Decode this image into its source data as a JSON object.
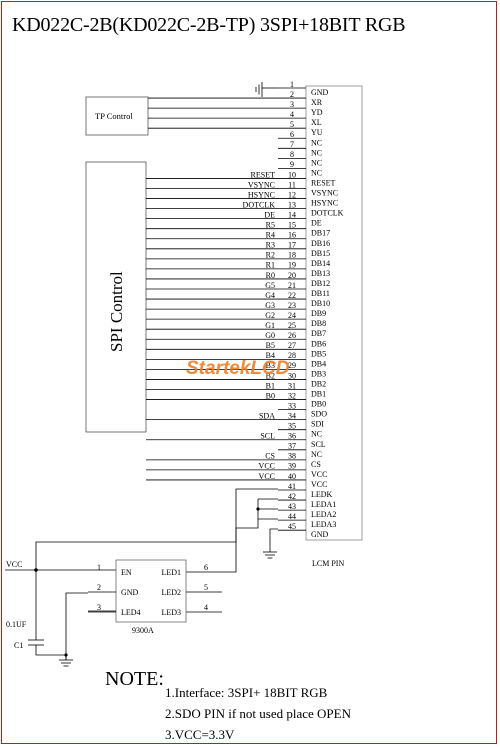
{
  "title": "KD022C-2B(KD022C-2B-TP)  3SPI+18BIT RGB",
  "tp_block_label": "TP Control",
  "spi_block_label": "SPI Control",
  "lcm_label": "LCM PIN",
  "watermark": "StartekLCD",
  "pins": [
    {
      "num": "1",
      "name": "GND",
      "sig": ""
    },
    {
      "num": "2",
      "name": "XR",
      "sig": ""
    },
    {
      "num": "3",
      "name": "YD",
      "sig": ""
    },
    {
      "num": "4",
      "name": "XL",
      "sig": ""
    },
    {
      "num": "5",
      "name": "YU",
      "sig": ""
    },
    {
      "num": "6",
      "name": "NC",
      "sig": ""
    },
    {
      "num": "7",
      "name": "NC",
      "sig": ""
    },
    {
      "num": "8",
      "name": "NC",
      "sig": ""
    },
    {
      "num": "9",
      "name": "NC",
      "sig": ""
    },
    {
      "num": "10",
      "name": "RESET",
      "sig": "RESET"
    },
    {
      "num": "11",
      "name": "VSYNC",
      "sig": "VSYNC"
    },
    {
      "num": "12",
      "name": "HSYNC",
      "sig": "HSYNC"
    },
    {
      "num": "13",
      "name": "DOTCLK",
      "sig": "DOTCLK"
    },
    {
      "num": "14",
      "name": "DE",
      "sig": "DE"
    },
    {
      "num": "15",
      "name": "DB17",
      "sig": "R5"
    },
    {
      "num": "16",
      "name": "DB16",
      "sig": "R4"
    },
    {
      "num": "17",
      "name": "DB15",
      "sig": "R3"
    },
    {
      "num": "18",
      "name": "DB14",
      "sig": "R2"
    },
    {
      "num": "19",
      "name": "DB13",
      "sig": "R1"
    },
    {
      "num": "20",
      "name": "DB12",
      "sig": "R0"
    },
    {
      "num": "21",
      "name": "DB11",
      "sig": "G5"
    },
    {
      "num": "22",
      "name": "DB10",
      "sig": "G4"
    },
    {
      "num": "23",
      "name": "DB9",
      "sig": "G3"
    },
    {
      "num": "24",
      "name": "DB8",
      "sig": "G2"
    },
    {
      "num": "25",
      "name": "DB7",
      "sig": "G1"
    },
    {
      "num": "26",
      "name": "DB6",
      "sig": "G0"
    },
    {
      "num": "27",
      "name": "DB5",
      "sig": "B5"
    },
    {
      "num": "28",
      "name": "DB4",
      "sig": "B4"
    },
    {
      "num": "29",
      "name": "DB3",
      "sig": "B3"
    },
    {
      "num": "30",
      "name": "DB2",
      "sig": "B2"
    },
    {
      "num": "31",
      "name": "DB1",
      "sig": "B1"
    },
    {
      "num": "32",
      "name": "DB0",
      "sig": "B0"
    },
    {
      "num": "33",
      "name": "SDO",
      "sig": ""
    },
    {
      "num": "34",
      "name": "SDI",
      "sig": "SDA"
    },
    {
      "num": "35",
      "name": "NC",
      "sig": ""
    },
    {
      "num": "36",
      "name": "SCL",
      "sig": "SCL"
    },
    {
      "num": "37",
      "name": "NC",
      "sig": ""
    },
    {
      "num": "38",
      "name": "CS",
      "sig": "CS"
    },
    {
      "num": "39",
      "name": "VCC",
      "sig": "VCC"
    },
    {
      "num": "40",
      "name": "VCC",
      "sig": "VCC"
    },
    {
      "num": "41",
      "name": "LEDK",
      "sig": ""
    },
    {
      "num": "42",
      "name": "LEDA1",
      "sig": ""
    },
    {
      "num": "43",
      "name": "LEDA2",
      "sig": ""
    },
    {
      "num": "44",
      "name": "LEDA3",
      "sig": ""
    },
    {
      "num": "45",
      "name": "GND",
      "sig": ""
    }
  ],
  "driver": {
    "name": "9300A",
    "left_pins": [
      {
        "num": "1",
        "label": "EN"
      },
      {
        "num": "2",
        "label": "GND"
      },
      {
        "num": "3",
        "label": "LED4"
      }
    ],
    "right_pins": [
      {
        "num": "6",
        "label": "LED1"
      },
      {
        "num": "5",
        "label": "LED2"
      },
      {
        "num": "4",
        "label": "LED3"
      }
    ]
  },
  "vcc_label": "VCC",
  "cap_value": "0.1UF",
  "cap_name": "C1",
  "note": {
    "label": "NOTE:",
    "lines": [
      "1.Interface: 3SPI+ 18BIT RGB",
      "2.SDO PIN if not used place OPEN",
      "3.VCC=3.3V"
    ]
  }
}
